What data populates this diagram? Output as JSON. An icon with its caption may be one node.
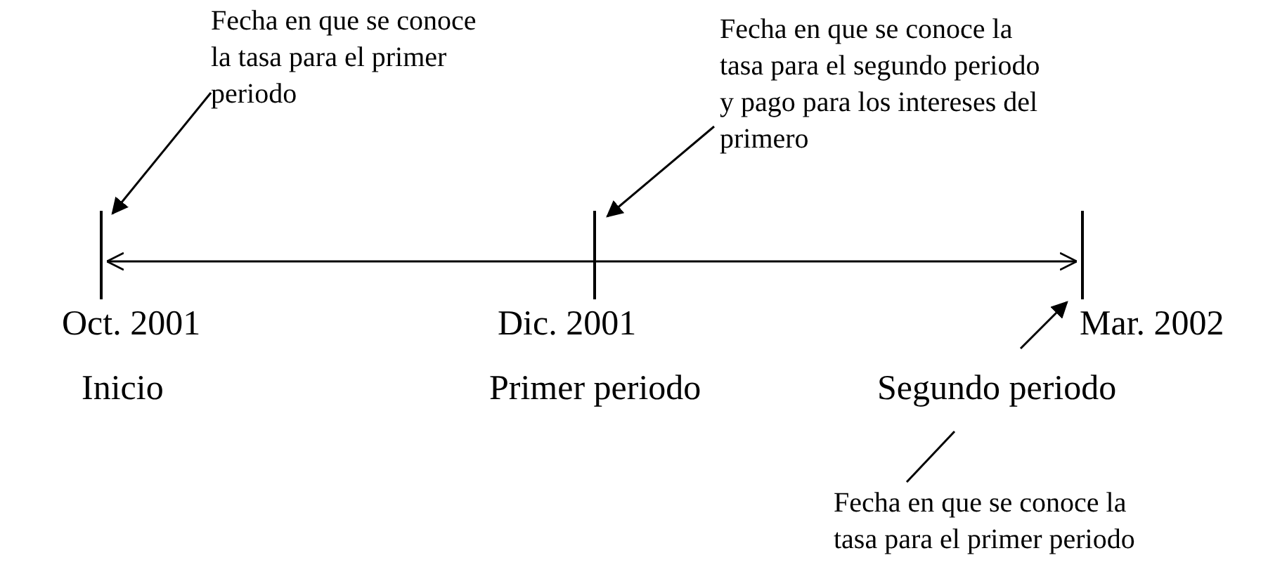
{
  "diagram": {
    "nodes": [
      {
        "text": [
          "Fecha en que se conoce la tasa para el primer periodo"
        ]
      },
      {
        "text": [],
        "shape": "bar",
        "beside": [
          "Oct. 2001"
        ]
      },
      {
        "text": [
          "Fecha en que se conoce la tasa para el segundo periodo y pago para los intereses del primero"
        ]
      },
      {
        "text": [],
        "shape": "bar",
        "beside": [
          "Dic. 2001"
        ]
      },
      {
        "text": [],
        "shape": "bar",
        "beside": [
          "Mar. 2002"
        ]
      },
      {
        "text": [
          "Fecha en que se conoce la tasa para el primer periodo"
        ]
      }
    ],
    "edges": [
      {
        "from": 0,
        "to": 1,
        "arrow": "to"
      },
      {
        "from": 2,
        "to": 3,
        "arrow": "to"
      },
      {
        "from": 1,
        "to": 4,
        "arrow": "both"
      },
      {
        "from": 5,
        "to": null,
        "arrow": "none"
      },
      {
        "from": null,
        "to": 4,
        "arrow": "to"
      }
    ],
    "labels": [
      "Inicio",
      "Primer periodo",
      "Segundo periodo"
    ]
  }
}
